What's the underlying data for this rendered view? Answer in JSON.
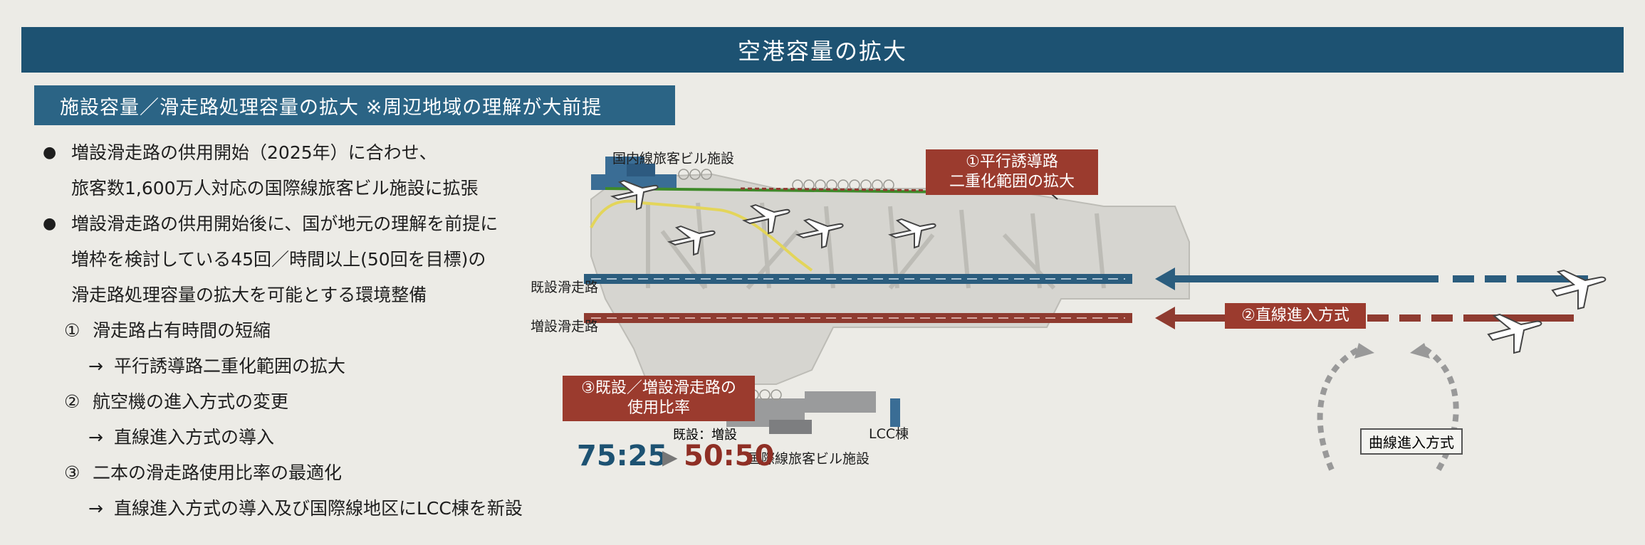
{
  "header": {
    "title": "空港容量の拡大"
  },
  "subheader": {
    "text": "施設容量／滑走路処理容量の拡大 ※周辺地域の理解が大前提"
  },
  "bullets": [
    {
      "dot": "●",
      "lines": [
        "増設滑走路の供用開始（2025年）に合わせ、",
        "旅客数1,600万人対応の国際線旅客ビル施設に拡張"
      ]
    },
    {
      "dot": "●",
      "lines": [
        "増設滑走路の供用開始後に、国が地元の理解を前提に",
        "増枠を検討している45回／時間以上(50回を目標)の",
        "滑走路処理容量の拡大を可能とする環境整備"
      ]
    }
  ],
  "items": [
    {
      "num": "①",
      "text": "滑走路占有時間の短縮",
      "arrow": "→",
      "detail": "平行誘導路二重化範囲の拡大"
    },
    {
      "num": "②",
      "text": "航空機の進入方式の変更",
      "arrow": "→",
      "detail": "直線進入方式の導入"
    },
    {
      "num": "③",
      "text": "二本の滑走路使用比率の最適化",
      "arrow": "→",
      "detail": "直線進入方式の導入及び国際線地区にLCC棟を新設"
    }
  ],
  "diagram": {
    "domestic_terminal": "国内線旅客ビル施設",
    "existing_runway": "既設滑走路",
    "new_runway": "増設滑走路",
    "lcc_building": "LCC棟",
    "intl_terminal": "国際線旅客ビル施設",
    "callout_taxiway": [
      "①平行誘導路",
      "二重化範囲の拡大"
    ],
    "callout_straight": "②直線進入方式",
    "callout_ratio": [
      "③既設／増設滑走路の",
      "使用比率"
    ],
    "ratio_labels": "既設：増設",
    "ratio_before": "75:25",
    "ratio_arrow": "▶",
    "ratio_after": "50:50",
    "curved_approach": "曲線進入方式"
  },
  "colors": {
    "banner": "#1d5272",
    "subheader": "#2b6485",
    "existing_runway": "#2b5d7e",
    "new_runway": "#8f3b30",
    "taxiway_green": "#3f8a2a",
    "taxiway_yellow": "#e3d55a",
    "callout": "#9b3b2e"
  }
}
